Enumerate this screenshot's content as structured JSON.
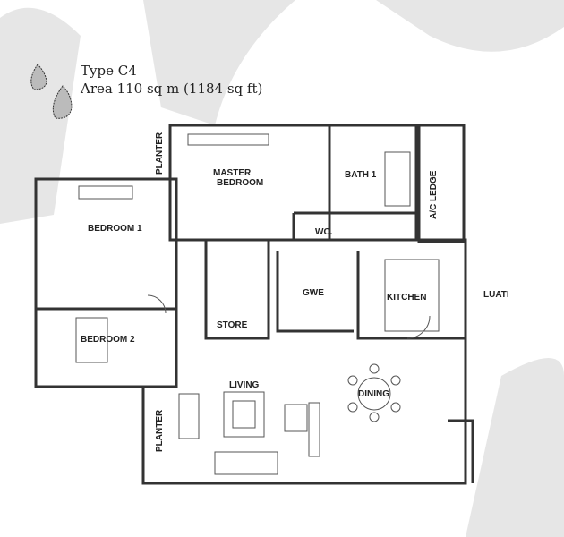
{
  "header": {
    "type": "Type C4",
    "area": "Area 110 sq m (1184 sq ft)"
  },
  "rooms": {
    "master_bedroom": [
      "MASTER",
      "BEDROOM"
    ],
    "bath1": "BATH 1",
    "wc": "WC.",
    "bedroom1": "BEDROOM 1",
    "bedroom2": "BEDROOM 2",
    "store": "STORE",
    "wet": "GWE",
    "kitchen": "KITCHEN",
    "yard": "LUATI",
    "living": "LIVING",
    "dining": "DINING",
    "planter_top": "PLANTER",
    "planter_bottom": "PLANTER",
    "ac_ledge": "A/C LEDGE"
  }
}
